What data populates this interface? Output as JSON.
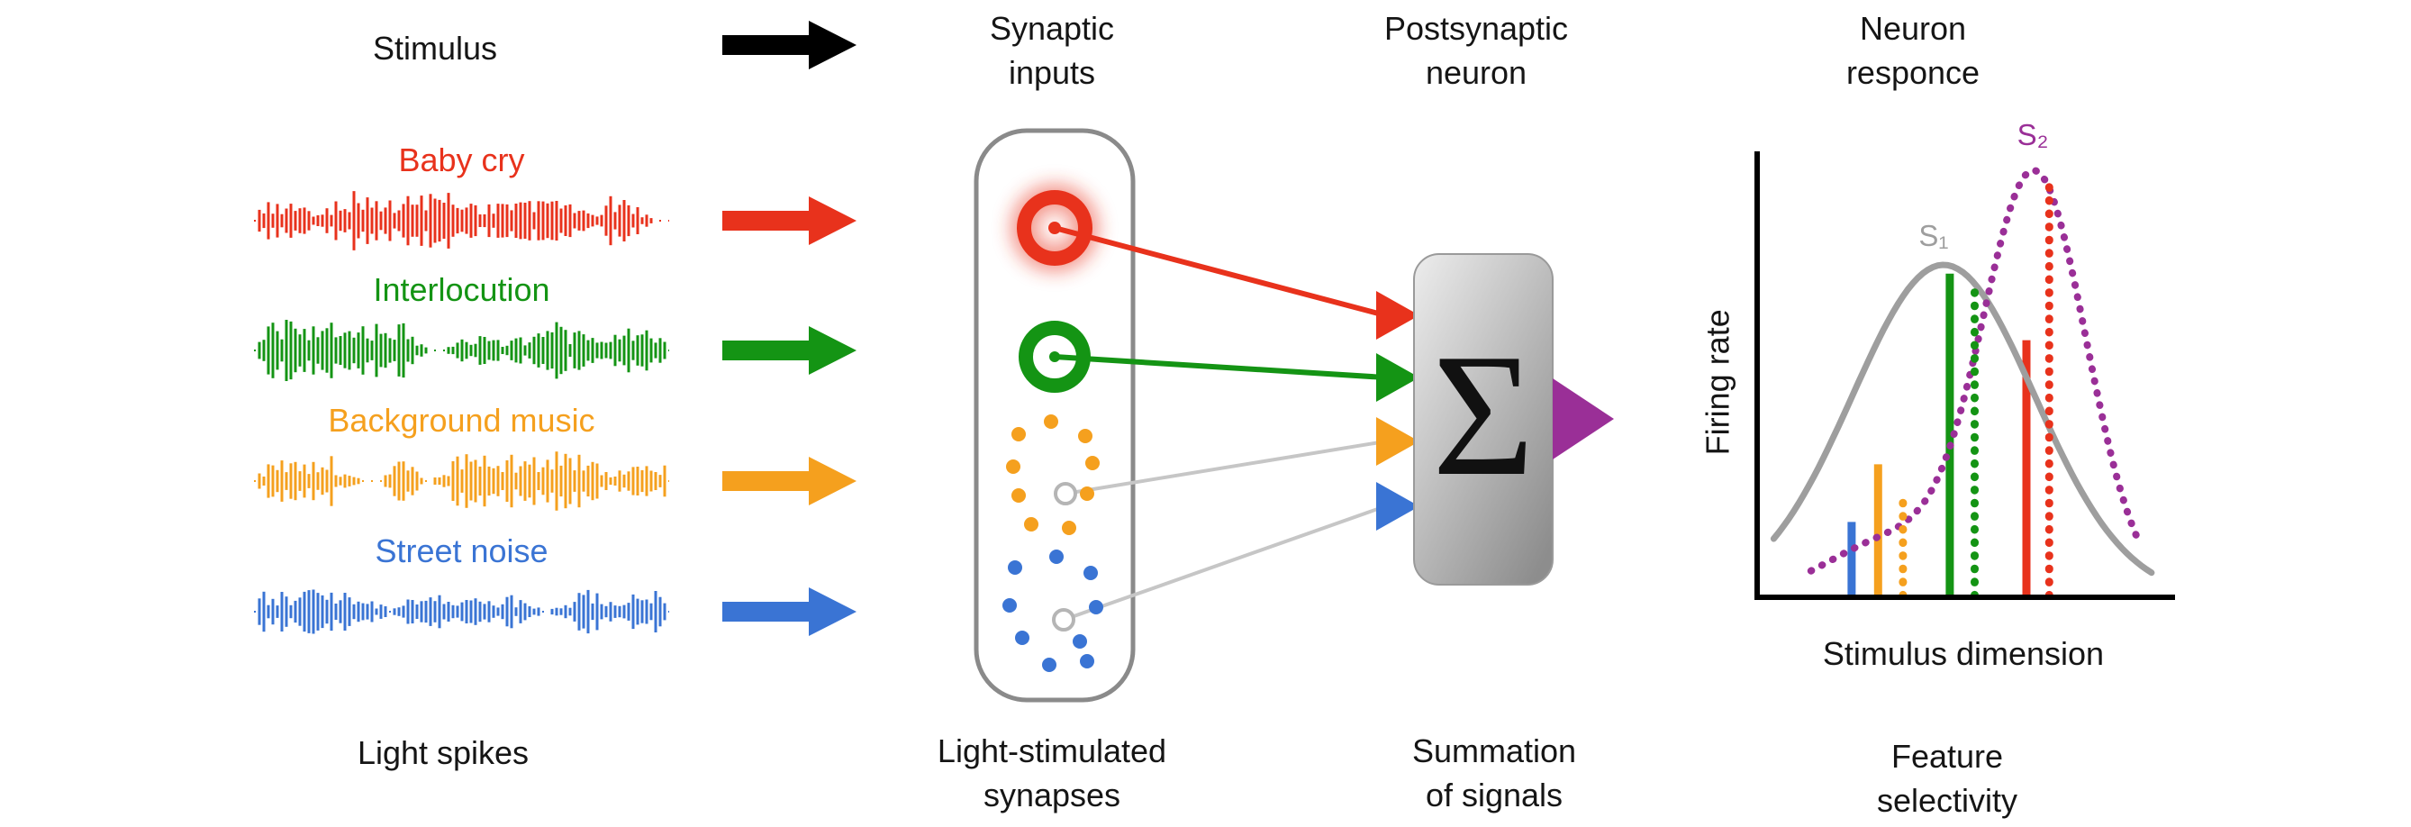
{
  "palette": {
    "black": "#000000",
    "red": "#e8321c",
    "green": "#149414",
    "orange": "#f5a01e",
    "blue": "#3a74d4",
    "purple": "#9a2f97",
    "gray_connection": "#c6c6c6",
    "gray_box_border": "#8a8a8a"
  },
  "headers": {
    "stimulus": "Stimulus",
    "synaptic_inputs": "Synaptic\ninputs",
    "postsynaptic_neuron": "Postsynaptic\nneuron",
    "neuron_response": "Neuron\nresponce"
  },
  "footers": {
    "light_spikes": "Light spikes",
    "light_stimulated_synapses": "Light-stimulated\nsynapses",
    "summation_of_signals": "Summation\nof signals",
    "feature_selectivity": "Feature\nselectivity"
  },
  "summation": {
    "sigma": "Σ",
    "output_color": "#9a2f97"
  },
  "stimuli": [
    {
      "label": "Baby cry",
      "color": "#e8321c"
    },
    {
      "label": "Interlocution",
      "color": "#149414"
    },
    {
      "label": "Background music",
      "color": "#f5a01e"
    },
    {
      "label": "Street noise",
      "color": "#3a74d4"
    }
  ],
  "chart_data": {
    "type": "line",
    "title": "",
    "xlabel": "Stimulus dimension",
    "ylabel": "Firing rate",
    "axis_color": "#000000",
    "grid": false,
    "x_axis_units": "relative 0-1 (no ticks shown)",
    "y_axis_units": "relative 0-1 (no ticks shown)",
    "curves": [
      {
        "name": "S1",
        "label": "S₁",
        "color": "#9e9e9e",
        "style": "solid",
        "peak_x": 0.45,
        "peak_height": 0.75,
        "sigma": 0.22,
        "range": [
          0.04,
          0.96
        ]
      },
      {
        "name": "S2",
        "label": "S₂",
        "color": "#9a2f97",
        "style": "dotted",
        "peak_x": 0.67,
        "peak_height": 0.95,
        "sigma": 0.125,
        "shoulder": {
          "x": 0.33,
          "height": 0.13,
          "sigma": 0.16
        },
        "range": [
          0.13,
          0.93
        ]
      }
    ],
    "bars": [
      {
        "stimulus": "Street noise",
        "color": "#3a74d4",
        "style": "solid",
        "x": 0.228,
        "height": 0.17
      },
      {
        "stimulus": "Background music",
        "color": "#f5a01e",
        "style": "solid",
        "x": 0.292,
        "height": 0.3
      },
      {
        "stimulus": "Background music",
        "color": "#f5a01e",
        "style": "dotted",
        "x": 0.352,
        "height": 0.22
      },
      {
        "stimulus": "Interlocution",
        "color": "#149414",
        "style": "solid",
        "x": 0.465,
        "height": 0.73
      },
      {
        "stimulus": "Interlocution",
        "color": "#149414",
        "style": "dotted",
        "x": 0.525,
        "height": 0.7
      },
      {
        "stimulus": "Baby cry",
        "color": "#e8321c",
        "style": "solid",
        "x": 0.65,
        "height": 0.58
      },
      {
        "stimulus": "Baby cry",
        "color": "#e8321c",
        "style": "dotted",
        "x": 0.705,
        "height": 0.93
      }
    ],
    "legend_position": "none"
  }
}
